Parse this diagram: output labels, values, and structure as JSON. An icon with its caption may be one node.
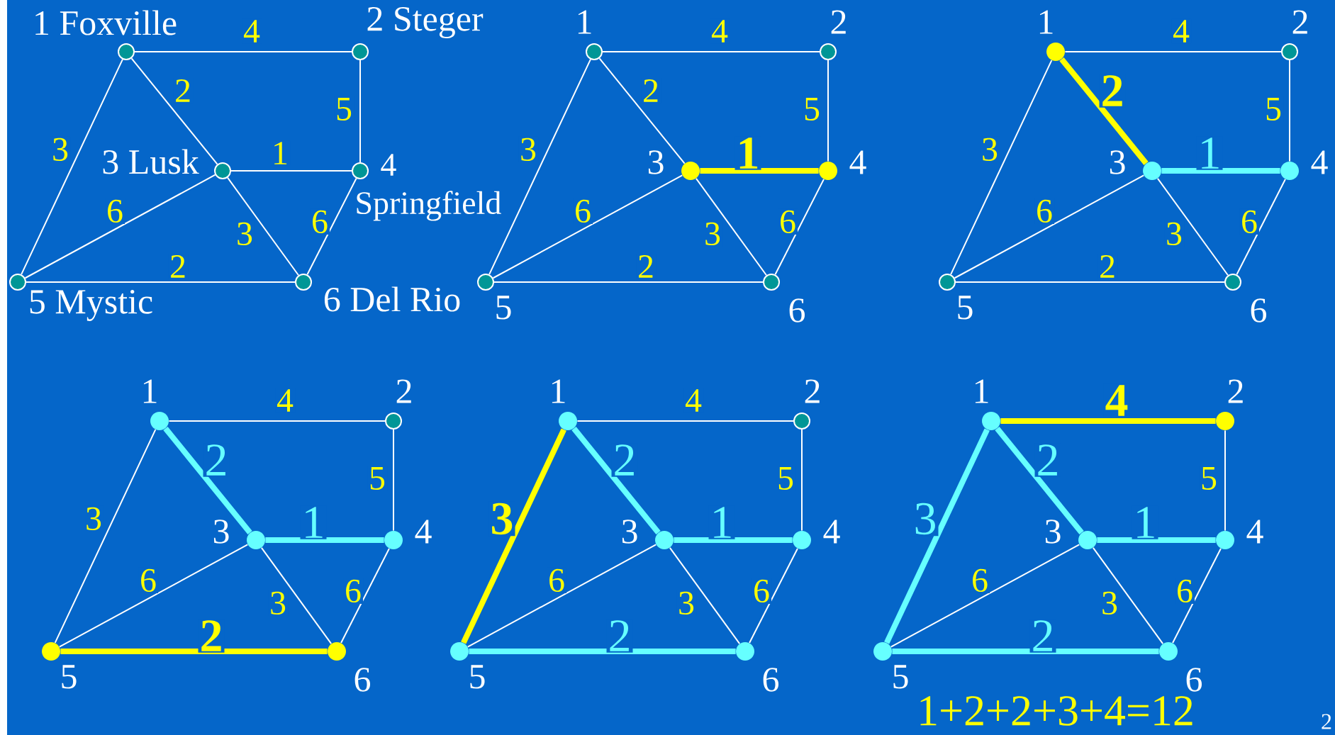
{
  "diagram": {
    "nodes": [
      {
        "text": [],
        "shape": "circle",
        "beside": [
          "1 Foxville"
        ]
      },
      {
        "text": [],
        "shape": "circle",
        "beside": [
          "2 Steger"
        ]
      },
      {
        "text": [],
        "shape": "circle",
        "beside": [
          "3 Lusk"
        ]
      },
      {
        "text": [],
        "shape": "circle",
        "beside": [
          "4 Springfield"
        ]
      },
      {
        "text": [],
        "shape": "circle",
        "beside": [
          "5 Mystic"
        ]
      },
      {
        "text": [],
        "shape": "circle",
        "beside": [
          "6 Del Rio"
        ]
      },
      {
        "text": [],
        "shape": "circle",
        "beside": [
          "1"
        ]
      },
      {
        "text": [],
        "shape": "circle",
        "beside": [
          "2"
        ]
      },
      {
        "text": [],
        "shape": "circle",
        "beside": [
          "3"
        ]
      },
      {
        "text": [],
        "shape": "circle",
        "beside": [
          "4"
        ]
      },
      {
        "text": [],
        "shape": "circle",
        "beside": [
          "5"
        ]
      },
      {
        "text": [],
        "shape": "circle",
        "beside": [
          "6"
        ]
      },
      {
        "text": [],
        "shape": "circle",
        "beside": [
          "1"
        ]
      },
      {
        "text": [],
        "shape": "circle",
        "beside": [
          "2"
        ]
      },
      {
        "text": [],
        "shape": "circle",
        "beside": [
          "3"
        ]
      },
      {
        "text": [],
        "shape": "circle",
        "beside": [
          "4"
        ]
      },
      {
        "text": [],
        "shape": "circle",
        "beside": [
          "5"
        ]
      },
      {
        "text": [],
        "shape": "circle",
        "beside": [
          "6"
        ]
      },
      {
        "text": [],
        "shape": "circle",
        "beside": [
          "1"
        ]
      },
      {
        "text": [],
        "shape": "circle",
        "beside": [
          "2"
        ]
      },
      {
        "text": [],
        "shape": "circle",
        "beside": [
          "3"
        ]
      },
      {
        "text": [],
        "shape": "circle",
        "beside": [
          "4"
        ]
      },
      {
        "text": [],
        "shape": "circle",
        "beside": [
          "5"
        ]
      },
      {
        "text": [],
        "shape": "circle",
        "beside": [
          "6"
        ]
      },
      {
        "text": [],
        "shape": "circle",
        "beside": [
          "1"
        ]
      },
      {
        "text": [],
        "shape": "circle",
        "beside": [
          "2"
        ]
      },
      {
        "text": [],
        "shape": "circle",
        "beside": [
          "3"
        ]
      },
      {
        "text": [],
        "shape": "circle",
        "beside": [
          "4"
        ]
      },
      {
        "text": [],
        "shape": "circle",
        "beside": [
          "5"
        ]
      },
      {
        "text": [],
        "shape": "circle",
        "beside": [
          "6"
        ]
      },
      {
        "text": [],
        "shape": "circle",
        "beside": [
          "1"
        ]
      },
      {
        "text": [],
        "shape": "circle",
        "beside": [
          "2"
        ]
      },
      {
        "text": [],
        "shape": "circle",
        "beside": [
          "3"
        ]
      },
      {
        "text": [],
        "shape": "circle",
        "beside": [
          "4"
        ]
      },
      {
        "text": [],
        "shape": "circle",
        "beside": [
          "5"
        ]
      },
      {
        "text": [],
        "shape": "circle",
        "beside": [
          "6"
        ]
      }
    ],
    "edges": [
      {
        "from": 0,
        "to": 1,
        "arrow": "none",
        "label": "4"
      },
      {
        "from": 0,
        "to": 2,
        "arrow": "none",
        "label": "2"
      },
      {
        "from": 1,
        "to": 3,
        "arrow": "none",
        "label": "5"
      },
      {
        "from": 0,
        "to": 4,
        "arrow": "none",
        "label": "3"
      },
      {
        "from": 2,
        "to": 3,
        "arrow": "none",
        "label": "1"
      },
      {
        "from": 2,
        "to": 4,
        "arrow": "none",
        "label": "6"
      },
      {
        "from": 2,
        "to": 5,
        "arrow": "none",
        "label": "3"
      },
      {
        "from": 3,
        "to": 5,
        "arrow": "none",
        "label": "6"
      },
      {
        "from": 4,
        "to": 5,
        "arrow": "none",
        "label": "2"
      },
      {
        "from": 6,
        "to": 7,
        "arrow": "none",
        "label": "4"
      },
      {
        "from": 6,
        "to": 8,
        "arrow": "none",
        "label": "2"
      },
      {
        "from": 7,
        "to": 9,
        "arrow": "none",
        "label": "5"
      },
      {
        "from": 6,
        "to": 10,
        "arrow": "none",
        "label": "3"
      },
      {
        "from": 8,
        "to": 9,
        "arrow": "none",
        "label": "1",
        "style": "thick",
        "color": "#ffff00"
      },
      {
        "from": 8,
        "to": 10,
        "arrow": "none",
        "label": "6"
      },
      {
        "from": 8,
        "to": 11,
        "arrow": "none",
        "label": "3"
      },
      {
        "from": 9,
        "to": 11,
        "arrow": "none",
        "label": "6"
      },
      {
        "from": 10,
        "to": 11,
        "arrow": "none",
        "label": "2"
      },
      {
        "from": 12,
        "to": 13,
        "arrow": "none",
        "label": "4"
      },
      {
        "from": 12,
        "to": 14,
        "arrow": "none",
        "label": "2",
        "style": "thick",
        "color": "#ffff00"
      },
      {
        "from": 13,
        "to": 15,
        "arrow": "none",
        "label": "5"
      },
      {
        "from": 12,
        "to": 16,
        "arrow": "none",
        "label": "3"
      },
      {
        "from": 14,
        "to": 15,
        "arrow": "none",
        "label": "1",
        "style": "thick",
        "color": "#66ffff"
      },
      {
        "from": 14,
        "to": 16,
        "arrow": "none",
        "label": "6"
      },
      {
        "from": 14,
        "to": 17,
        "arrow": "none",
        "label": "3"
      },
      {
        "from": 15,
        "to": 17,
        "arrow": "none",
        "label": "6"
      },
      {
        "from": 16,
        "to": 17,
        "arrow": "none",
        "label": "2"
      },
      {
        "from": 18,
        "to": 19,
        "arrow": "none",
        "label": "4"
      },
      {
        "from": 18,
        "to": 20,
        "arrow": "none",
        "label": "2",
        "style": "thick",
        "color": "#66ffff"
      },
      {
        "from": 19,
        "to": 21,
        "arrow": "none",
        "label": "5"
      },
      {
        "from": 18,
        "to": 22,
        "arrow": "none",
        "label": "3"
      },
      {
        "from": 20,
        "to": 21,
        "arrow": "none",
        "label": "1",
        "style": "thick",
        "color": "#66ffff"
      },
      {
        "from": 20,
        "to": 22,
        "arrow": "none",
        "label": "6"
      },
      {
        "from": 20,
        "to": 23,
        "arrow": "none",
        "label": "3"
      },
      {
        "from": 21,
        "to": 23,
        "arrow": "none",
        "label": "6"
      },
      {
        "from": 22,
        "to": 23,
        "arrow": "none",
        "label": "2",
        "style": "thick",
        "color": "#ffff00"
      },
      {
        "from": 24,
        "to": 25,
        "arrow": "none",
        "label": "4"
      },
      {
        "from": 24,
        "to": 26,
        "arrow": "none",
        "label": "2",
        "style": "thick",
        "color": "#66ffff"
      },
      {
        "from": 25,
        "to": 27,
        "arrow": "none",
        "label": "5"
      },
      {
        "from": 24,
        "to": 28,
        "arrow": "none",
        "label": "3",
        "style": "thick",
        "color": "#ffff00"
      },
      {
        "from": 26,
        "to": 27,
        "arrow": "none",
        "label": "1",
        "style": "thick",
        "color": "#66ffff"
      },
      {
        "from": 26,
        "to": 28,
        "arrow": "none",
        "label": "6"
      },
      {
        "from": 26,
        "to": 29,
        "arrow": "none",
        "label": "3"
      },
      {
        "from": 27,
        "to": 29,
        "arrow": "none",
        "label": "6"
      },
      {
        "from": 28,
        "to": 29,
        "arrow": "none",
        "label": "2",
        "style": "thick",
        "color": "#66ffff"
      },
      {
        "from": 30,
        "to": 31,
        "arrow": "none",
        "label": "4",
        "style": "thick",
        "color": "#ffff00"
      },
      {
        "from": 30,
        "to": 32,
        "arrow": "none",
        "label": "2",
        "style": "thick",
        "color": "#66ffff"
      },
      {
        "from": 31,
        "to": 33,
        "arrow": "none",
        "label": "5"
      },
      {
        "from": 30,
        "to": 34,
        "arrow": "none",
        "label": "3",
        "style": "thick",
        "color": "#66ffff"
      },
      {
        "from": 32,
        "to": 33,
        "arrow": "none",
        "label": "1",
        "style": "thick",
        "color": "#66ffff"
      },
      {
        "from": 32,
        "to": 34,
        "arrow": "none",
        "label": "6"
      },
      {
        "from": 32,
        "to": 35,
        "arrow": "none",
        "label": "3"
      },
      {
        "from": 33,
        "to": 35,
        "arrow": "none",
        "label": "6"
      },
      {
        "from": 34,
        "to": 35,
        "arrow": "none",
        "label": "2",
        "style": "thick",
        "color": "#66ffff"
      }
    ],
    "labels": [
      "1+2+2+3+4=12",
      "2"
    ]
  }
}
